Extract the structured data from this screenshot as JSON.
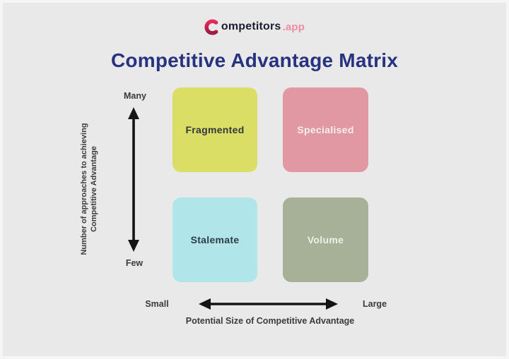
{
  "canvas": {
    "background": "#e9e9e9"
  },
  "logo": {
    "mark_icon": "c-swoosh",
    "mark_color_top": "#e8295b",
    "mark_color_bottom": "#9c1d46",
    "name_text": "ompetitors",
    "name_color": "#1c1c33",
    "suffix_text": ".app",
    "suffix_color": "#ee8ba8"
  },
  "title": {
    "text": "Competitive Advantage Matrix",
    "color": "#283380"
  },
  "matrix": {
    "quadrants": [
      {
        "label": "Fragmented",
        "bg": "#dade65",
        "fg": "#33383c",
        "position": "top-left"
      },
      {
        "label": "Specialised",
        "bg": "#e298a2",
        "fg": "#f4f0e9",
        "position": "top-right"
      },
      {
        "label": "Stalemate",
        "bg": "#b0e6ea",
        "fg": "#2f3b46",
        "position": "bottom-left"
      },
      {
        "label": "Volume",
        "bg": "#a6b197",
        "fg": "#eef0e6",
        "position": "bottom-right"
      }
    ]
  },
  "y_axis": {
    "top_tick": "Many",
    "bottom_tick": "Few",
    "title_line1": "Number of approaches to achieving",
    "title_line2": "Competitive Advantage",
    "arrow_icon": "double-arrow-vertical",
    "arrow_color": "#141414",
    "text_color": "#3b3b3b"
  },
  "x_axis": {
    "left_tick": "Small",
    "right_tick": "Large",
    "title": "Potential Size of Competitive Advantage",
    "arrow_icon": "double-arrow-horizontal",
    "arrow_color": "#141414",
    "text_color": "#3b3b3b"
  }
}
